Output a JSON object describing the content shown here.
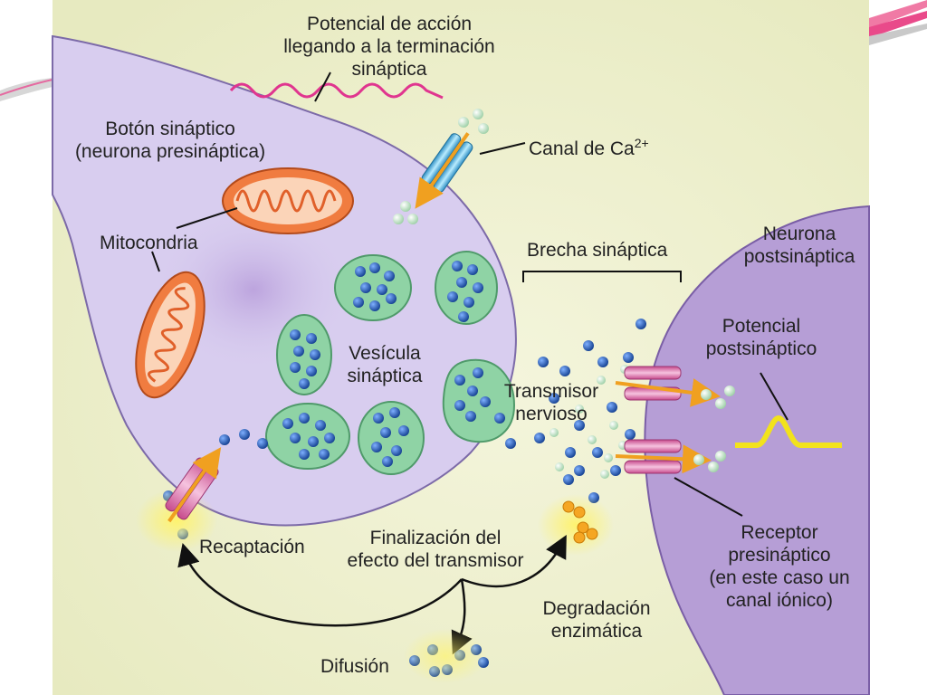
{
  "labels": {
    "potencial_accion": [
      "Potencial de acción",
      "llegando a la terminación",
      "sináptica"
    ],
    "boton_sinaptico": [
      "Botón sináptico",
      "(neurona presináptica)"
    ],
    "canal_ca": "Canal de Ca",
    "canal_ca_sup": "2+",
    "mitocondria": "Mitocondria",
    "brecha": "Brecha sináptica",
    "neurona_post": [
      "Neurona",
      "postsináptica"
    ],
    "potencial_post": [
      "Potencial",
      "postsináptico"
    ],
    "vesicula": [
      "Vesícula",
      "sináptica"
    ],
    "transmisor": [
      "Transmisor",
      "nervioso"
    ],
    "recaptacion": "Recaptación",
    "finalizacion": [
      "Finalización del",
      "efecto del transmisor"
    ],
    "receptor": [
      "Receptor",
      "presináptico",
      "(en este caso un",
      "canal iónico)"
    ],
    "degradacion": [
      "Degradación",
      "enzimática"
    ],
    "difusion": "Difusión"
  },
  "colors": {
    "background": "#eef0cc",
    "presynaptic": "#d8cdef",
    "postsynaptic": "#b69ed6",
    "vesicle": "#8fd3a5",
    "transmitter": "#1f4fa6",
    "mitochondria": "#f07c40",
    "action_potential": "#e0358f",
    "postsynaptic_potential": "#f2e21c"
  }
}
